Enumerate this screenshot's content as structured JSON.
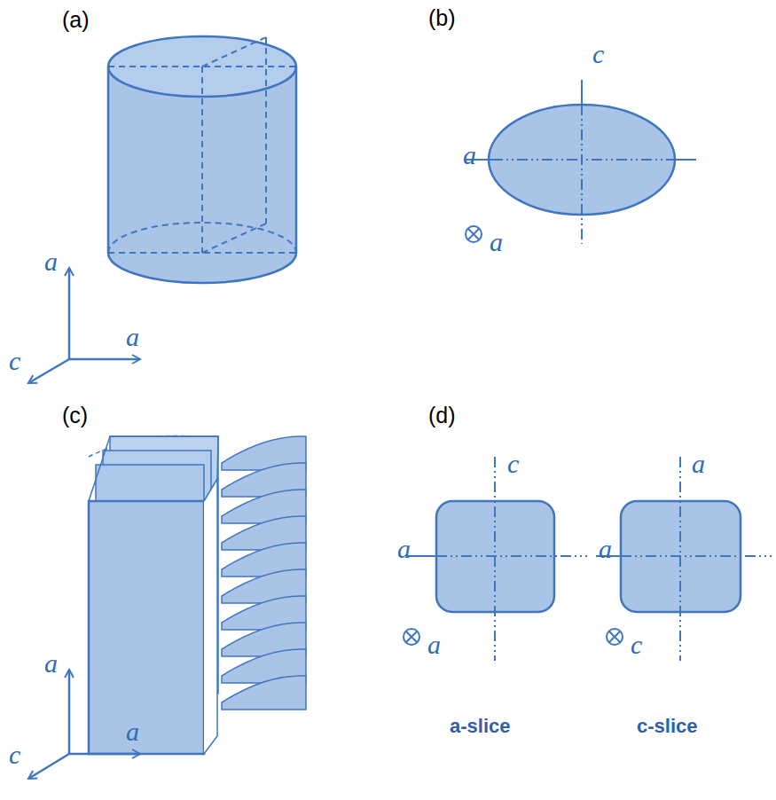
{
  "diagram": {
    "labels": [
      "(a)",
      "(b)",
      "c",
      "a",
      "a",
      "a",
      "a",
      "c",
      "(c)",
      "(d)",
      "c",
      "a",
      "a",
      "a",
      "a",
      "c",
      "a",
      "a",
      "c",
      "a-slice",
      "c-slice"
    ]
  }
}
